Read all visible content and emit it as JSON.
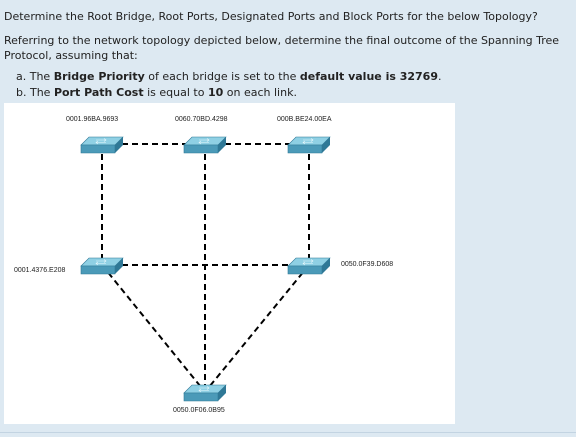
{
  "question": {
    "title": "Determine the Root Bridge, Root Ports, Designated Ports and Block Ports for the below Topology?",
    "intro": "Referring to the network topology depicted below, determine the final outcome of the Spanning Tree Protocol, assuming that:",
    "conditions": [
      {
        "prefix": "a. The ",
        "bold1": "Bridge Priority",
        "mid": " of each bridge is set to the ",
        "bold2": "default value is 32769",
        "suffix": "."
      },
      {
        "prefix": "b. The ",
        "bold1": "Port Path Cost",
        "mid": " is equal to ",
        "bold2": "10",
        "suffix": " on each link."
      }
    ]
  },
  "topology": {
    "switches": [
      {
        "id": "top-left",
        "mac": "0001.96BA.9693"
      },
      {
        "id": "top-middle",
        "mac": "0060.70BD.4298"
      },
      {
        "id": "top-right",
        "mac": "000B.BE24.00EA"
      },
      {
        "id": "mid-left",
        "mac": "0001.4376.E208"
      },
      {
        "id": "mid-right",
        "mac": "0050.0F39.D608"
      },
      {
        "id": "bottom",
        "mac": "0050.0F06.0B95"
      }
    ],
    "links": [
      [
        "top-left",
        "top-middle"
      ],
      [
        "top-middle",
        "top-right"
      ],
      [
        "top-left",
        "mid-left"
      ],
      [
        "top-middle",
        "bottom"
      ],
      [
        "top-right",
        "mid-right"
      ],
      [
        "mid-left",
        "mid-right"
      ],
      [
        "mid-left",
        "bottom"
      ],
      [
        "mid-right",
        "bottom"
      ]
    ],
    "colors": {
      "switch_top": "#8fd0e4",
      "switch_front": "#4b9ab8",
      "switch_side": "#2f7896",
      "link": "#000000"
    }
  }
}
